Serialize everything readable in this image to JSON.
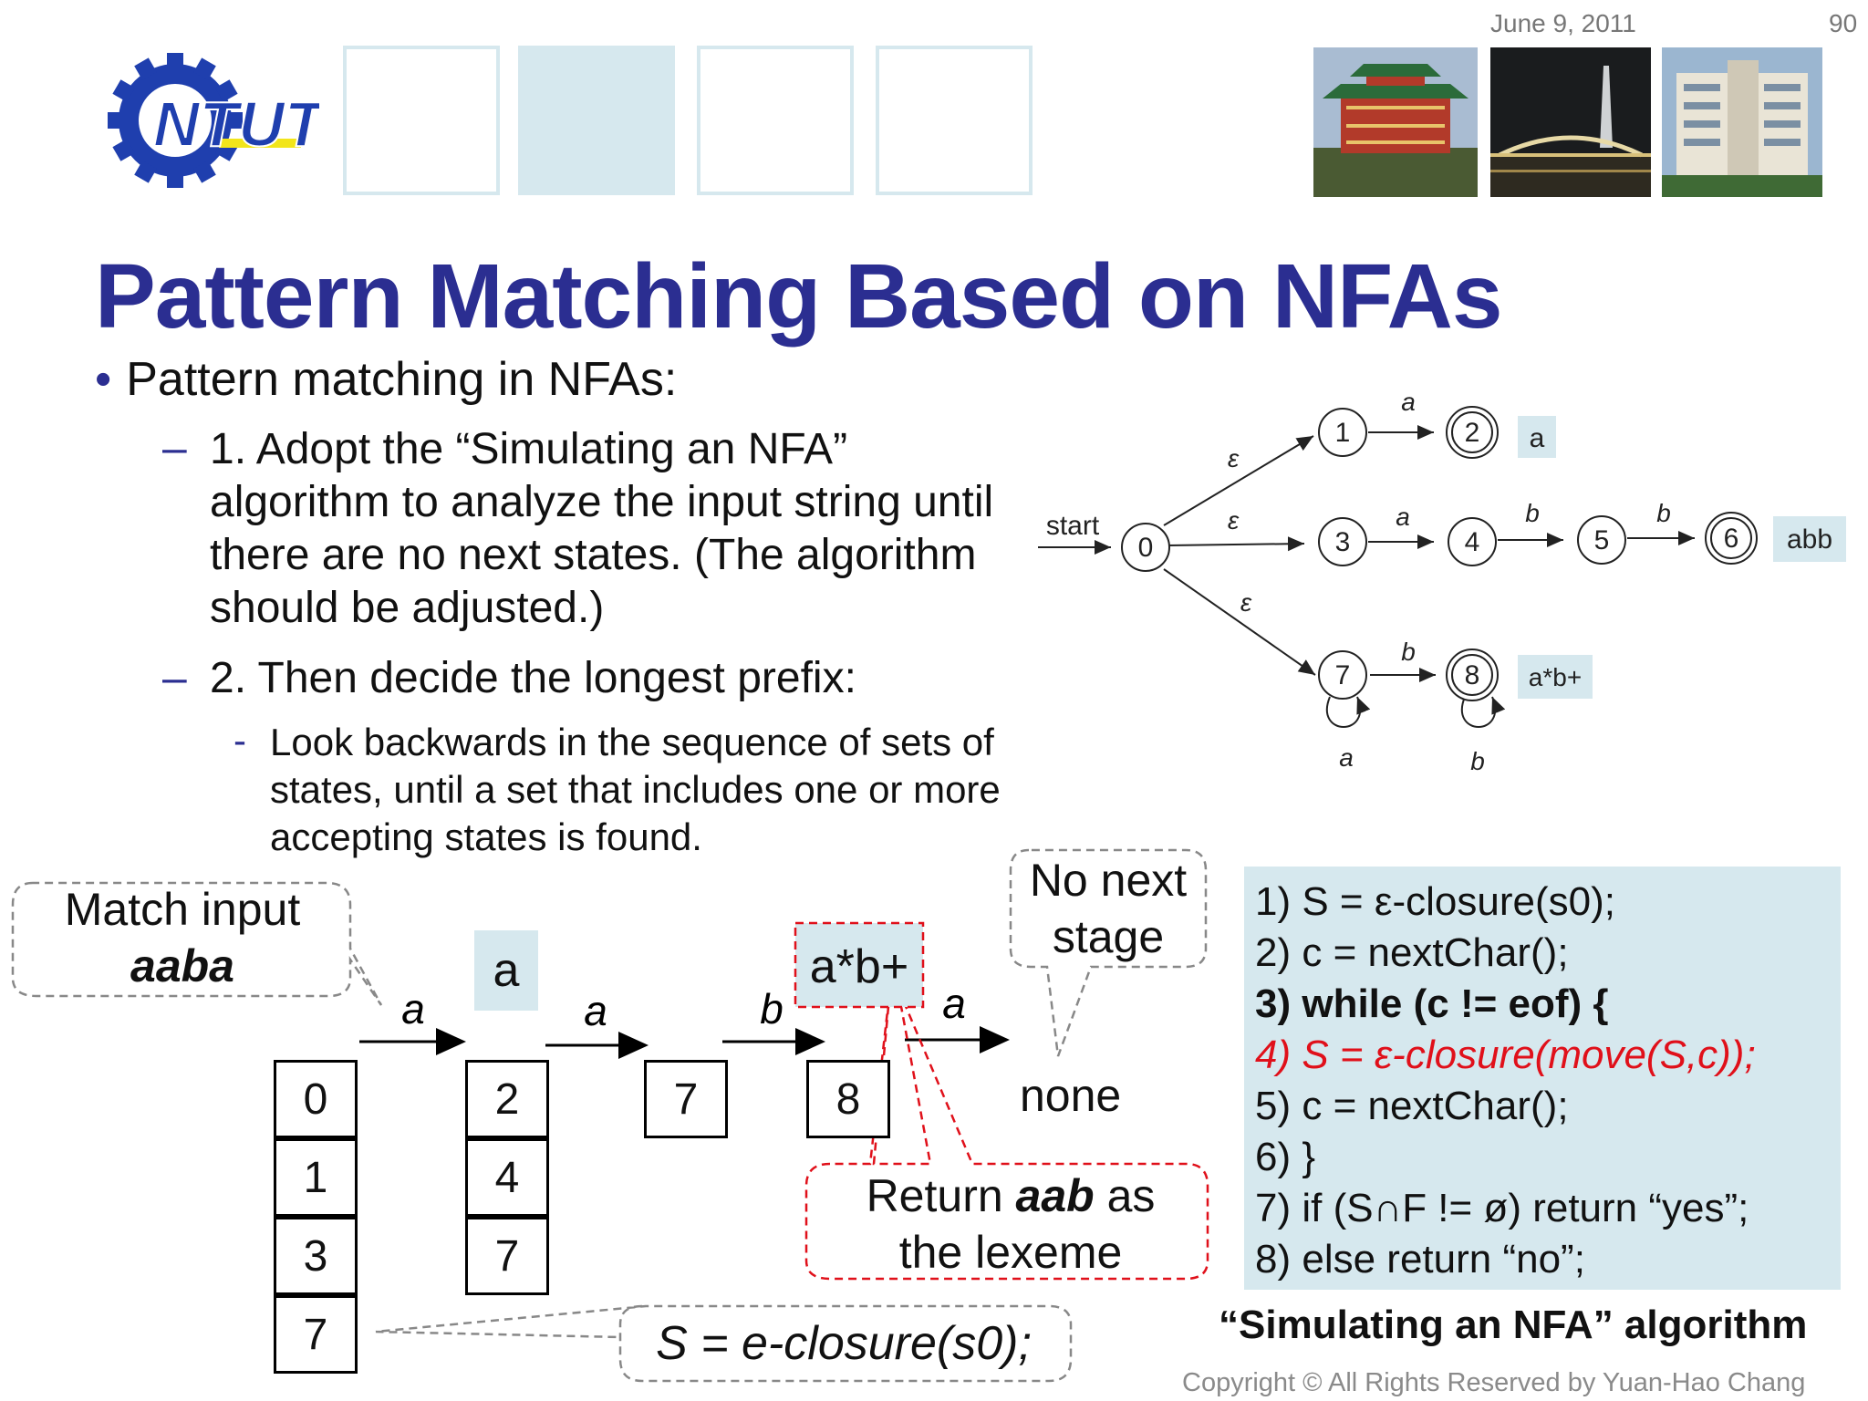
{
  "header": {
    "date": "June 9, 2011",
    "page_number": "90"
  },
  "title": "Pattern Matching Based on NFAs",
  "bullets": {
    "level1": "Pattern matching in NFAs:",
    "step1": "1. Adopt the “Simulating an NFA” algorithm to analyze the input string until there are no next states. (The algorithm should be adjusted.)",
    "step2": "2. Then decide the longest prefix:",
    "step2_sub": "Look backwards in the sequence of sets of states, until a set that includes one or more accepting states is found."
  },
  "nfa": {
    "start_label": "start",
    "states": [
      "0",
      "1",
      "2",
      "3",
      "4",
      "5",
      "6",
      "7",
      "8"
    ],
    "epsilon": "ε",
    "edge_labels": {
      "e01": "ε",
      "e03": "ε",
      "e07": "ε",
      "a12": "a",
      "a34": "a",
      "b45": "b",
      "b56": "b",
      "b78": "b",
      "loop7": "a",
      "loop8": "b"
    },
    "accept_tags": {
      "s2": "a",
      "s6": "abb",
      "s8": "a*b+"
    }
  },
  "simulation": {
    "match_callout_line1": "Match input",
    "match_callout_line2": "aaba",
    "transitions": [
      "a",
      "a",
      "b",
      "a"
    ],
    "columns": [
      [
        "0",
        "1",
        "3",
        "7"
      ],
      [
        "2",
        "4",
        "7"
      ],
      [
        "7"
      ],
      [
        "8"
      ]
    ],
    "tag_a": "a",
    "tag_ab": "a*b+",
    "none_label": "none",
    "no_next_line1": "No next",
    "no_next_line2": "stage",
    "return_bold": "aab",
    "return_prefix": "Return ",
    "return_suffix": " as",
    "return_line2": "the lexeme",
    "s_closure": "S = e-closure(s0);"
  },
  "algorithm": {
    "lines": [
      "1)  S = ε-closure(s0);",
      "2)  c = nextChar();",
      "3)  while (c != eof) {",
      "4)      S = ε-closure(move(S,c));",
      "5)      c = nextChar();",
      "6)  }",
      "7)  if (S∩F != ø) return “yes”;",
      "8)  else return “no”;"
    ],
    "caption": "“Simulating an NFA” algorithm"
  },
  "copyright": "Copyright © All Rights Reserved by Yuan-Hao Chang",
  "colors": {
    "title": "#2b2e91",
    "accent_bg": "#d6e8ee",
    "highlight": "#e0101a"
  }
}
